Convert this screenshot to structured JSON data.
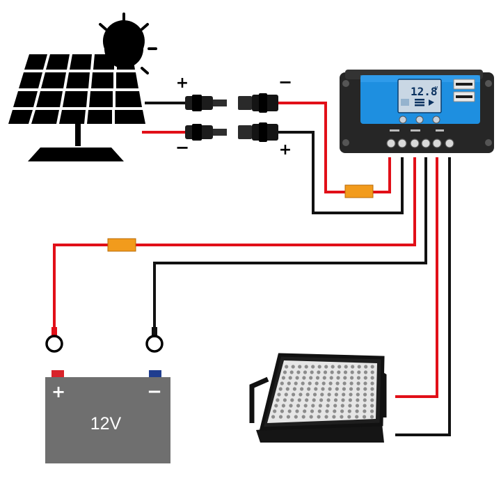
{
  "solar_panel": {
    "positive_symbol": "+",
    "negative_symbol": "−"
  },
  "connectors": {
    "upper_female_symbol": "−",
    "lower_female_symbol": "+"
  },
  "controller": {
    "display_value": "12.8",
    "display_unit": "V",
    "usb_ports": 2,
    "terminal_count": 6
  },
  "battery": {
    "label": "12V",
    "positive_symbol": "+",
    "negative_symbol": "−"
  },
  "colors": {
    "positive_wire": "#e10f18",
    "negative_wire": "#111111",
    "fuse": "#f29b1c",
    "controller_screen": "#1e8fe0",
    "battery_body": "#6f6f6f",
    "battery_positive_terminal": "#d9232a",
    "battery_negative_terminal": "#1f3d8f"
  },
  "icons": [
    "sun-icon",
    "solar-panel-icon",
    "charge-controller-icon",
    "battery-icon",
    "led-floodlight-icon",
    "fuse-icon",
    "ring-terminal-icon",
    "mc4-connector-icon"
  ]
}
